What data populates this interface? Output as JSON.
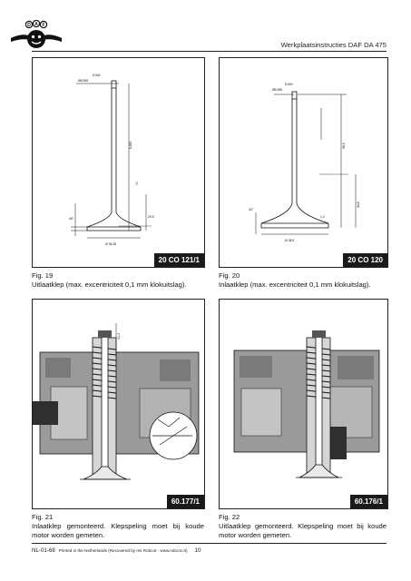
{
  "header": {
    "logo_text": "DAF",
    "title": "Werkplaatsinstructies DAF DA 475"
  },
  "figures": [
    {
      "tag": "20 CO 121/1",
      "number": "Fig. 19",
      "caption": "Uitlaatklep (max. excentriciteit 0,1 mm klokuitslag).",
      "labels": [
        "Ø8,955",
        "8,940",
        "6,830",
        "10",
        "45°",
        "29,5",
        "Ø 36,35"
      ]
    },
    {
      "tag": "20 CO 120",
      "number": "Fig. 20",
      "caption": "Inlaatklep (max. excentriciteit 0,1 mm klokuitslag).",
      "labels": [
        "Ø8,955",
        "8,940",
        "98,5",
        "44,8",
        "1,2",
        "30°",
        "Ø 38,5"
      ]
    },
    {
      "tag": "60.177/1",
      "number": "Fig. 21",
      "caption": "Inlaatklep gemonteerd. Klepspeling moet bij koude motor worden gemeten.",
      "labels": [
        "41,2"
      ]
    },
    {
      "tag": "60.176/1",
      "number": "Fig. 22",
      "caption": "Uitlaatklep gemonteerd. Klepspeling moet bij koude motor worden gemeten.",
      "labels": []
    }
  ],
  "footer": {
    "code": "NL-01-68",
    "printed": "Printed in the Netherlands (Recovered by ms Robcot - www.robcot.nl)",
    "page": "10"
  }
}
